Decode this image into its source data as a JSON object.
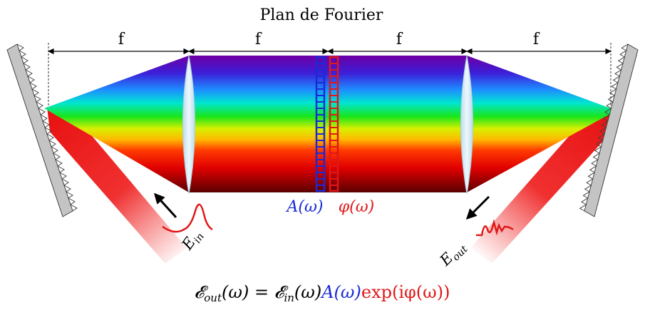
{
  "title": "Plan de Fourier",
  "focal_labels": [
    "f",
    "f",
    "f",
    "f"
  ],
  "amplitude_mask_label": "A(ω)",
  "phase_mask_label": "φ(ω)",
  "input_pulse_label": {
    "base": "E",
    "sub": "in"
  },
  "output_pulse_label": {
    "base": "E",
    "sub": "out"
  },
  "equation": {
    "lhs": "𝓔",
    "lhs_sub": "out",
    "lhs_arg": "(ω) = ",
    "rhs1": "𝓔",
    "rhs1_sub": "in",
    "rhs1_arg": "(ω)",
    "rhs_amplitude": "A(ω)",
    "rhs_phase": "exp(iφ(ω))"
  },
  "colors": {
    "amplitude": "#1a2ad6",
    "phase": "#e01818",
    "beam_red": "#e81010",
    "grating": "#b8b8b8",
    "lens": "#d8ecf6"
  }
}
